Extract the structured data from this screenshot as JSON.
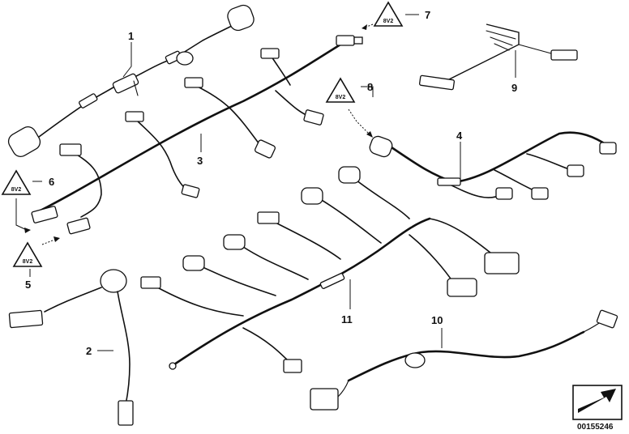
{
  "diagram": {
    "labels": {
      "p1": "1",
      "p2": "2",
      "p3": "3",
      "p4": "4",
      "p5": "5",
      "p6": "6",
      "p7": "7",
      "p8": "8",
      "p9": "9",
      "p10": "10",
      "p11": "11"
    },
    "warning_text": "8V2",
    "doc_id": "00155246"
  }
}
